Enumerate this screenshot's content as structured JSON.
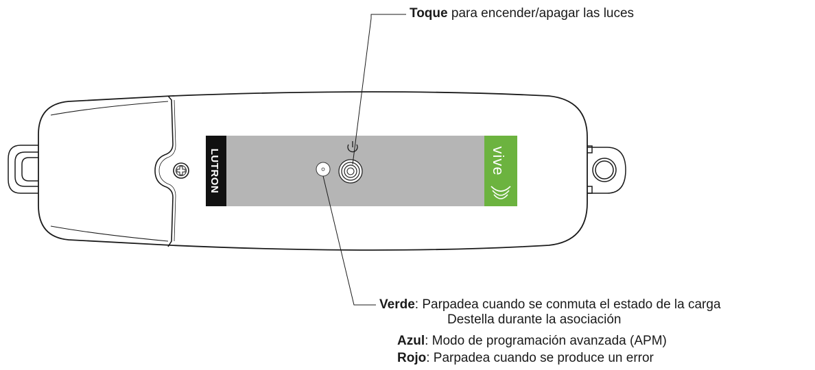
{
  "callouts": {
    "top": {
      "strong": "Toque",
      "rest": " para encender/apagar las luces"
    },
    "leds": [
      {
        "color_name": "Verde",
        "text": ": Parpadea cuando se conmuta el estado de la carga"
      },
      {
        "color_name": "",
        "text": "Destella durante la asociación"
      },
      {
        "color_name": "Azul",
        "text": ": Modo de programación avanzada (APM)"
      },
      {
        "color_name": "Rojo",
        "text": ": Parpadea cuando se produce un error"
      }
    ]
  },
  "device": {
    "brand": "LUTRON",
    "product_logo": "vive",
    "icons": [
      "power-icon",
      "screw-icon",
      "led-indicator",
      "button-icon",
      "wireless-icon"
    ]
  },
  "colors": {
    "label_panel": "#b5b5b5",
    "brand_block": "#111111",
    "vive_green": "#6cb33f",
    "outline": "#1a1a1a"
  }
}
